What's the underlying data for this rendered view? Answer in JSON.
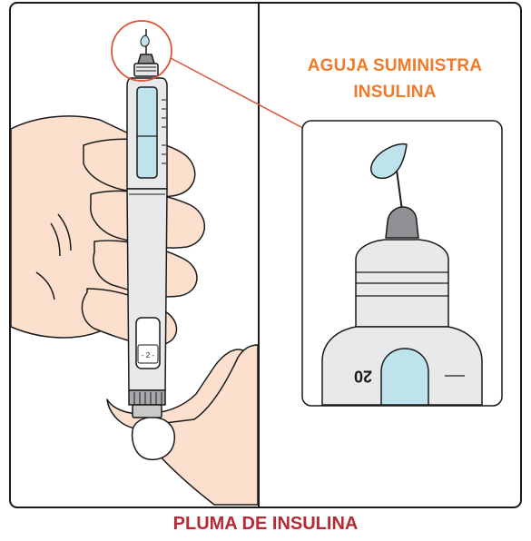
{
  "callout": {
    "line1": "AGUJA  SUMINISTRA",
    "line2": "INSULINA"
  },
  "pen_dose_label": "20",
  "caption": "PLUMA DE INSULINA",
  "colors": {
    "callout_text": "#ee7a2a",
    "caption_text": "#b52a33",
    "highlight_circle": "#d9553a",
    "skin": "#fce0cd",
    "insulin_liquid": "#bfe3ec",
    "pen_body": "#e7e9ea",
    "outline": "#1a1a1a"
  },
  "icons": [
    "hand-illustration",
    "insulin-pen-icon",
    "needle-icon",
    "insulin-drop-icon",
    "magnifier-circle-icon"
  ]
}
